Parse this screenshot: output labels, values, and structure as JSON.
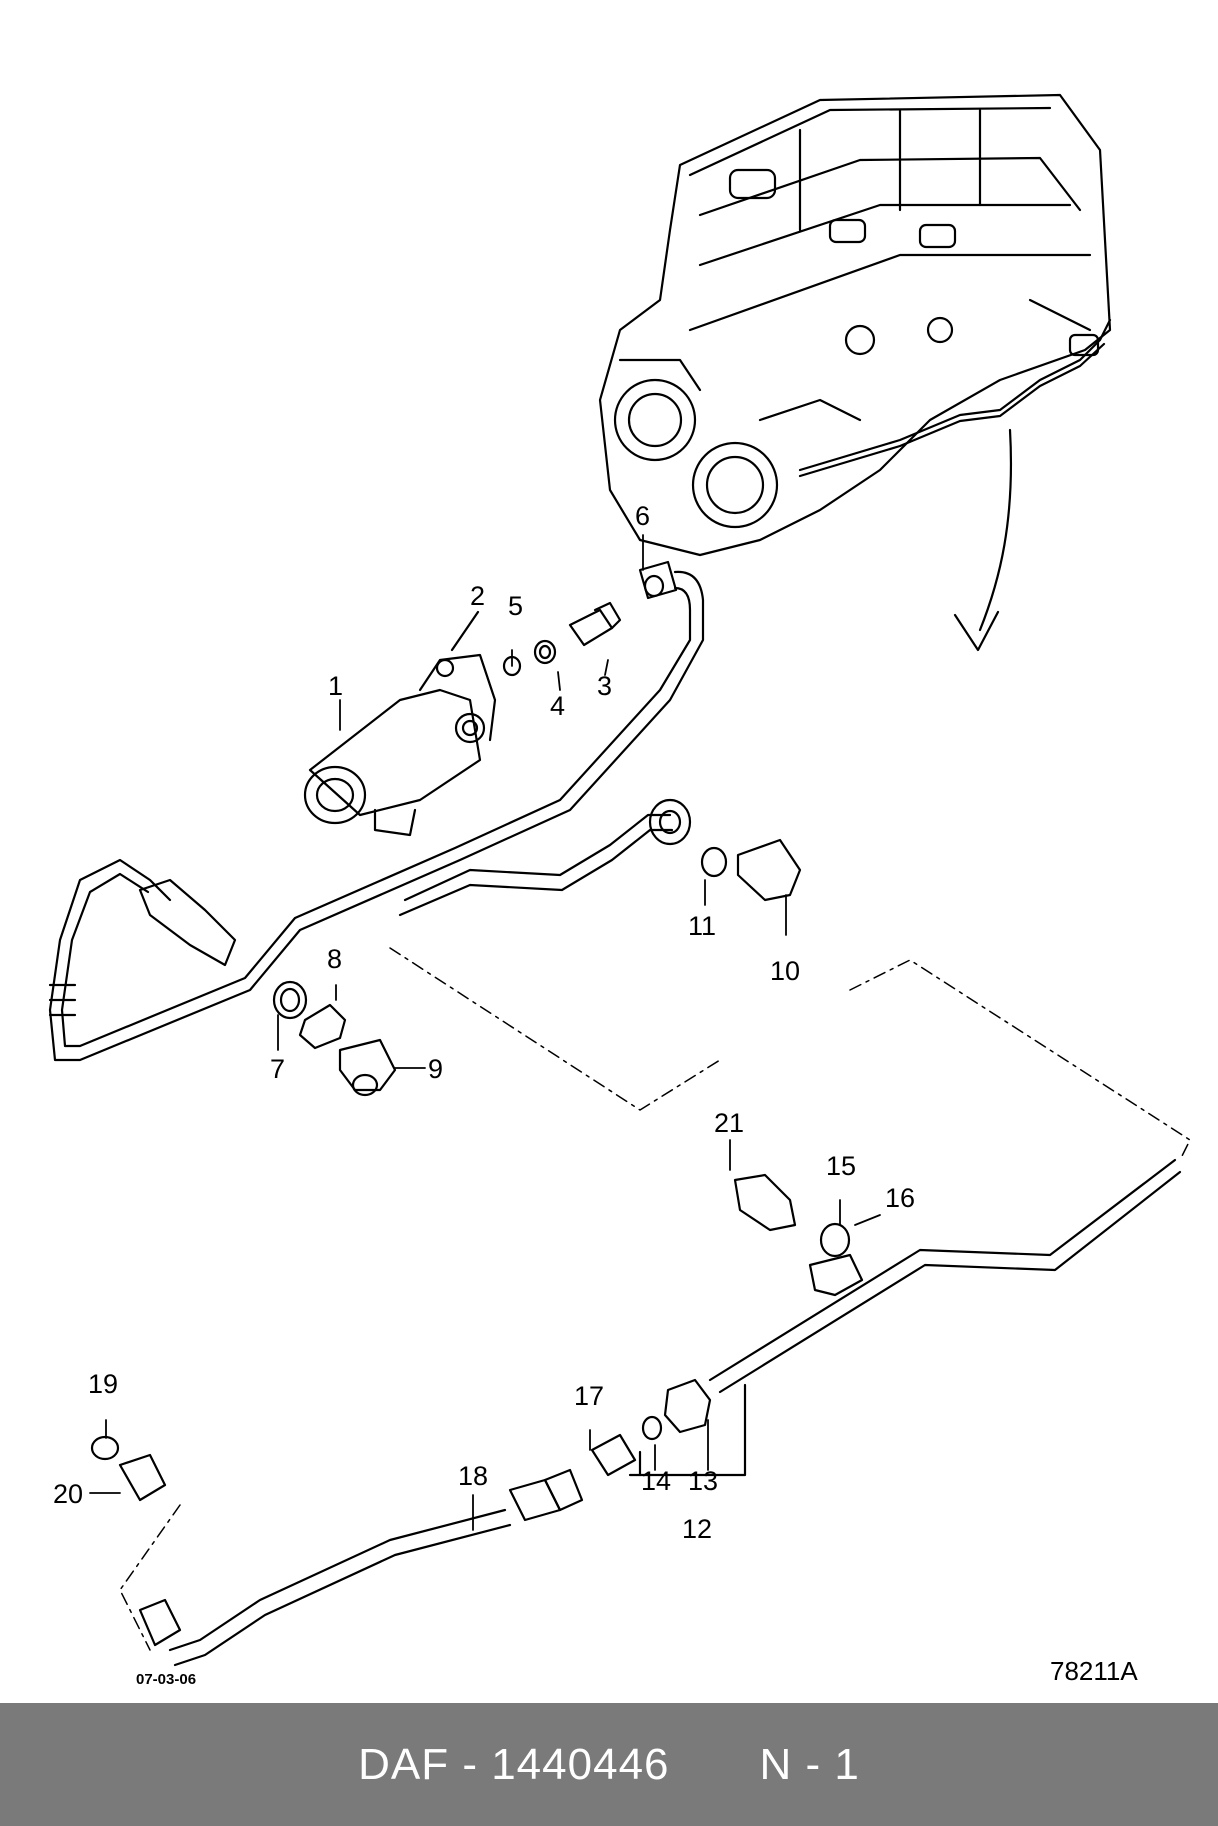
{
  "callouts": [
    "1",
    "2",
    "3",
    "4",
    "5",
    "6",
    "7",
    "8",
    "9",
    "10",
    "11",
    "12",
    "13",
    "14",
    "15",
    "16",
    "17",
    "18",
    "19",
    "20",
    "21"
  ],
  "date_code": "07-03-06",
  "drawing_number": "78211A",
  "footer": {
    "part_ref": "DAF - 1440446",
    "qty": "N - 1"
  }
}
